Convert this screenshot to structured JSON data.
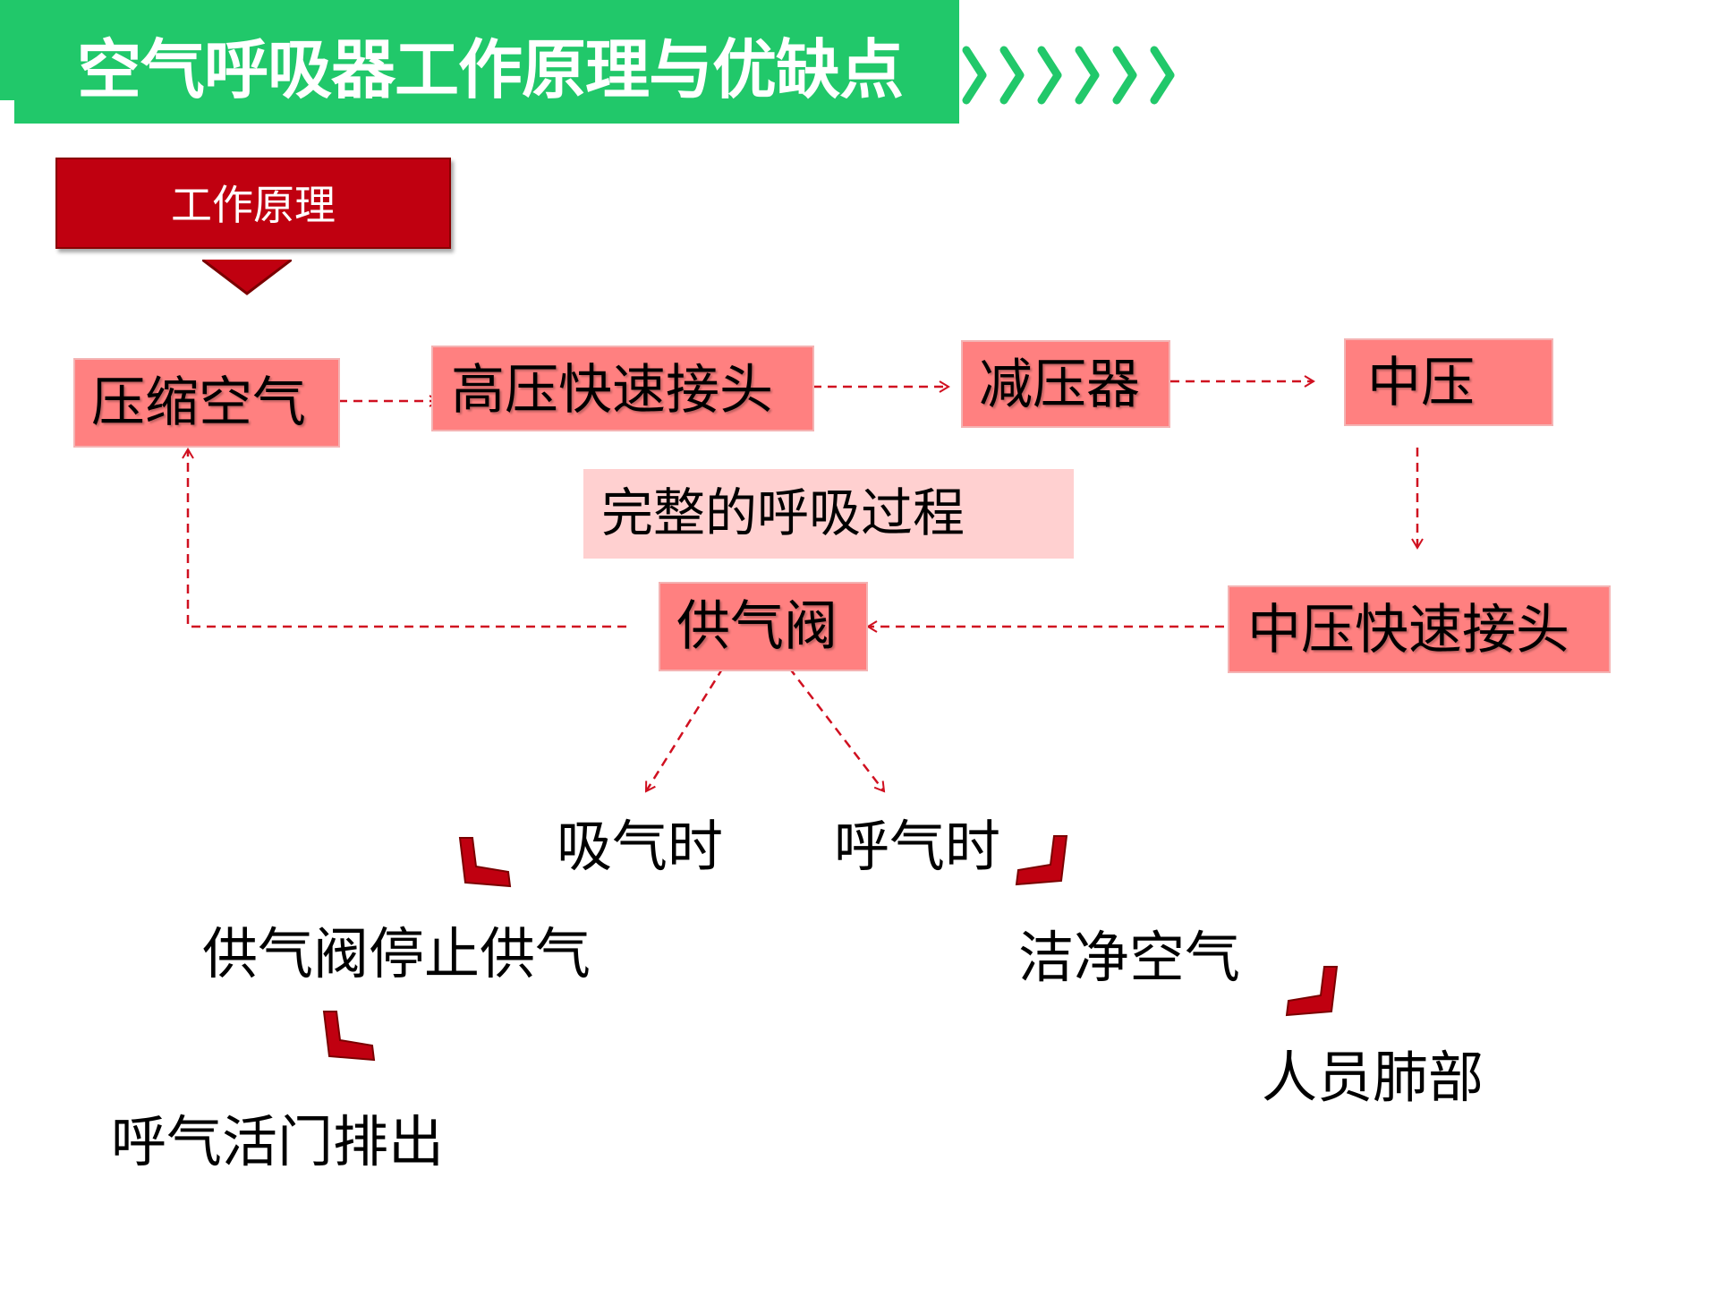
{
  "header": {
    "title": "空气呼吸器工作原理与优缺点",
    "bar_color": "#21c86a",
    "chevron_count": 6
  },
  "section": {
    "tab_label": "工作原理",
    "tab_color": "#c00010"
  },
  "flow": {
    "nodes": {
      "compressed_air": "压缩空气",
      "high_pressure_coupler": "高压快速接头",
      "reducer": "减压器",
      "medium_pressure": "中压",
      "medium_pressure_coupler": "中压快速接头",
      "supply_valve": "供气阀"
    },
    "cycle_label": "完整的呼吸过程",
    "node_color": "#ff8080",
    "arrow_color": "#d01020"
  },
  "branches": {
    "inhale": {
      "label": "吸气时",
      "step1": "供气阀停止供气",
      "step2": "呼气活门排出"
    },
    "exhale": {
      "label": "呼气时",
      "step1": "洁净空气",
      "step2": "人员肺部"
    }
  }
}
